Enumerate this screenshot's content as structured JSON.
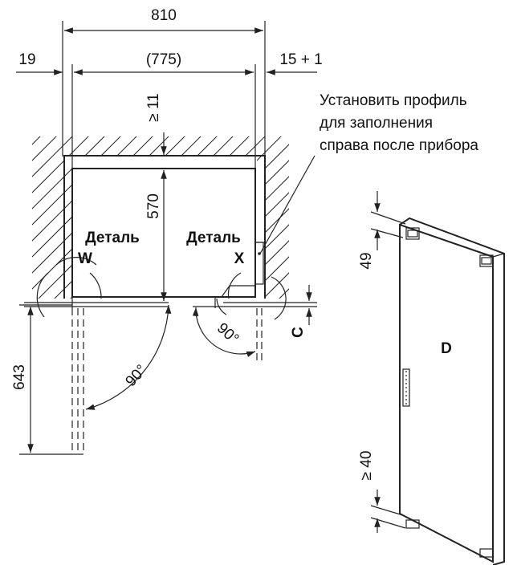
{
  "dimensions": {
    "total_width": "810",
    "left_gap": "19",
    "inner_width": "(775)",
    "right_gap": "15 + 1",
    "top_gap": "≥ 11",
    "depth": "570",
    "door_depth": "643",
    "door_top_offset": "49",
    "door_bottom_offset": "≥ 40"
  },
  "angles": {
    "left_door": "90°",
    "right_door": "90°"
  },
  "labels": {
    "detail_w": [
      "Деталь",
      "W"
    ],
    "detail_x": [
      "Деталь",
      "X"
    ],
    "c": "C",
    "d": "D"
  },
  "note": {
    "lines": [
      "Установить профиль",
      "для заполнения",
      "справа после прибора"
    ]
  },
  "colors": {
    "line": "#222222",
    "background": "#ffffff"
  }
}
